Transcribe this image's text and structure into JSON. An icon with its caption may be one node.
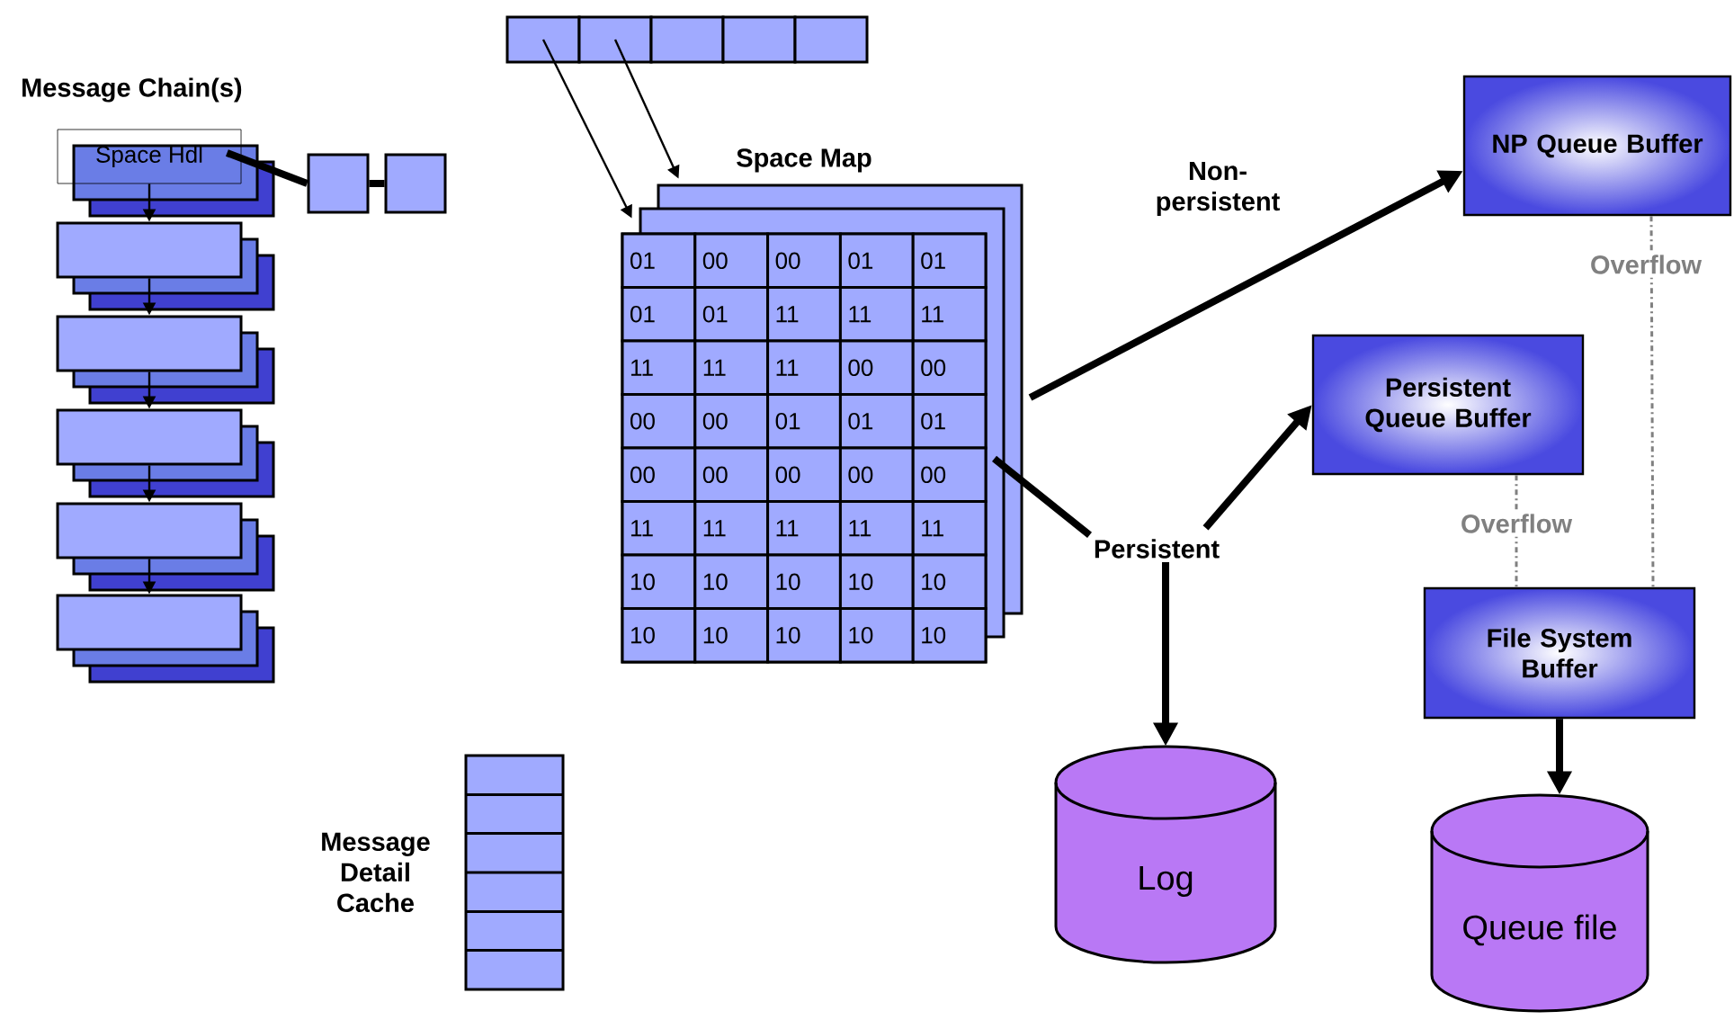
{
  "diagram": {
    "nodes": [
      {
        "text": [
          "Space Hdl"
        ]
      },
      {
        "text": [],
        "shape": "box"
      },
      {
        "text": [],
        "shape": "box"
      },
      {
        "text": [],
        "shape": "box"
      },
      {
        "text": [],
        "shape": "box"
      },
      {
        "text": [],
        "shape": "box"
      },
      {
        "text": [],
        "shape": "box"
      },
      {
        "text": [],
        "shape": "box"
      },
      {
        "text": [],
        "shape": "box"
      },
      {
        "text": [],
        "shape": "box"
      },
      {
        "text": [],
        "shape": "box"
      },
      {
        "text": [],
        "shape": "box"
      },
      {
        "text": [],
        "shape": "box"
      },
      {
        "text": [
          "Space Map"
        ]
      },
      {
        "text": [
          "Persistent"
        ]
      },
      {
        "text": [
          "NP Queue Buffer"
        ]
      },
      {
        "text": [
          "Persistent Queue Buffer"
        ]
      },
      {
        "text": [
          "File System Buffer"
        ]
      },
      {
        "text": [
          "Log"
        ]
      },
      {
        "text": [
          "Queue file"
        ]
      },
      {
        "text": [],
        "shape": "box",
        "beside": [
          "Message Detail Cache"
        ]
      }
    ],
    "edges": [
      {
        "from": 0,
        "to": 1,
        "arrow": "to"
      },
      {
        "from": 1,
        "to": 2,
        "arrow": "to"
      },
      {
        "from": 2,
        "to": 3,
        "arrow": "to"
      },
      {
        "from": 3,
        "to": 4,
        "arrow": "to"
      },
      {
        "from": 4,
        "to": 5,
        "arrow": "to"
      },
      {
        "from": 0,
        "to": 6,
        "arrow": "none",
        "style": "thick"
      },
      {
        "from": 6,
        "to": 7,
        "arrow": "none",
        "style": "thick"
      },
      {
        "from": 8,
        "to": 13,
        "arrow": "to"
      },
      {
        "from": 9,
        "to": 13,
        "arrow": "to"
      },
      {
        "from": 13,
        "to": 15,
        "arrow": "to",
        "style": "thick",
        "label": "Non- persistent"
      },
      {
        "from": 13,
        "to": 14,
        "arrow": "none",
        "style": "thick"
      },
      {
        "from": 14,
        "to": 16,
        "arrow": "to",
        "style": "thick"
      },
      {
        "from": 14,
        "to": 18,
        "arrow": "to",
        "style": "thick"
      },
      {
        "from": 16,
        "to": 17,
        "arrow": "none",
        "style": "dashed",
        "color": "#808080",
        "label": "Overflow"
      },
      {
        "from": 15,
        "to": 17,
        "arrow": "none",
        "style": "dashed",
        "color": "#808080",
        "label": "Overflow"
      },
      {
        "from": 17,
        "to": 19,
        "arrow": "to",
        "style": "thick"
      }
    ],
    "labels": [
      "Message Chain(s)",
      "01",
      "00",
      "00",
      "01",
      "01",
      "01",
      "01",
      "11",
      "11",
      "11",
      "11",
      "11",
      "11",
      "00",
      "00",
      "00",
      "00",
      "01",
      "01",
      "01",
      "00",
      "00",
      "00",
      "00",
      "00",
      "11",
      "11",
      "11",
      "11",
      "11",
      "10",
      "10",
      "10",
      "10",
      "10",
      "10",
      "10",
      "10",
      "10",
      "10"
    ]
  }
}
